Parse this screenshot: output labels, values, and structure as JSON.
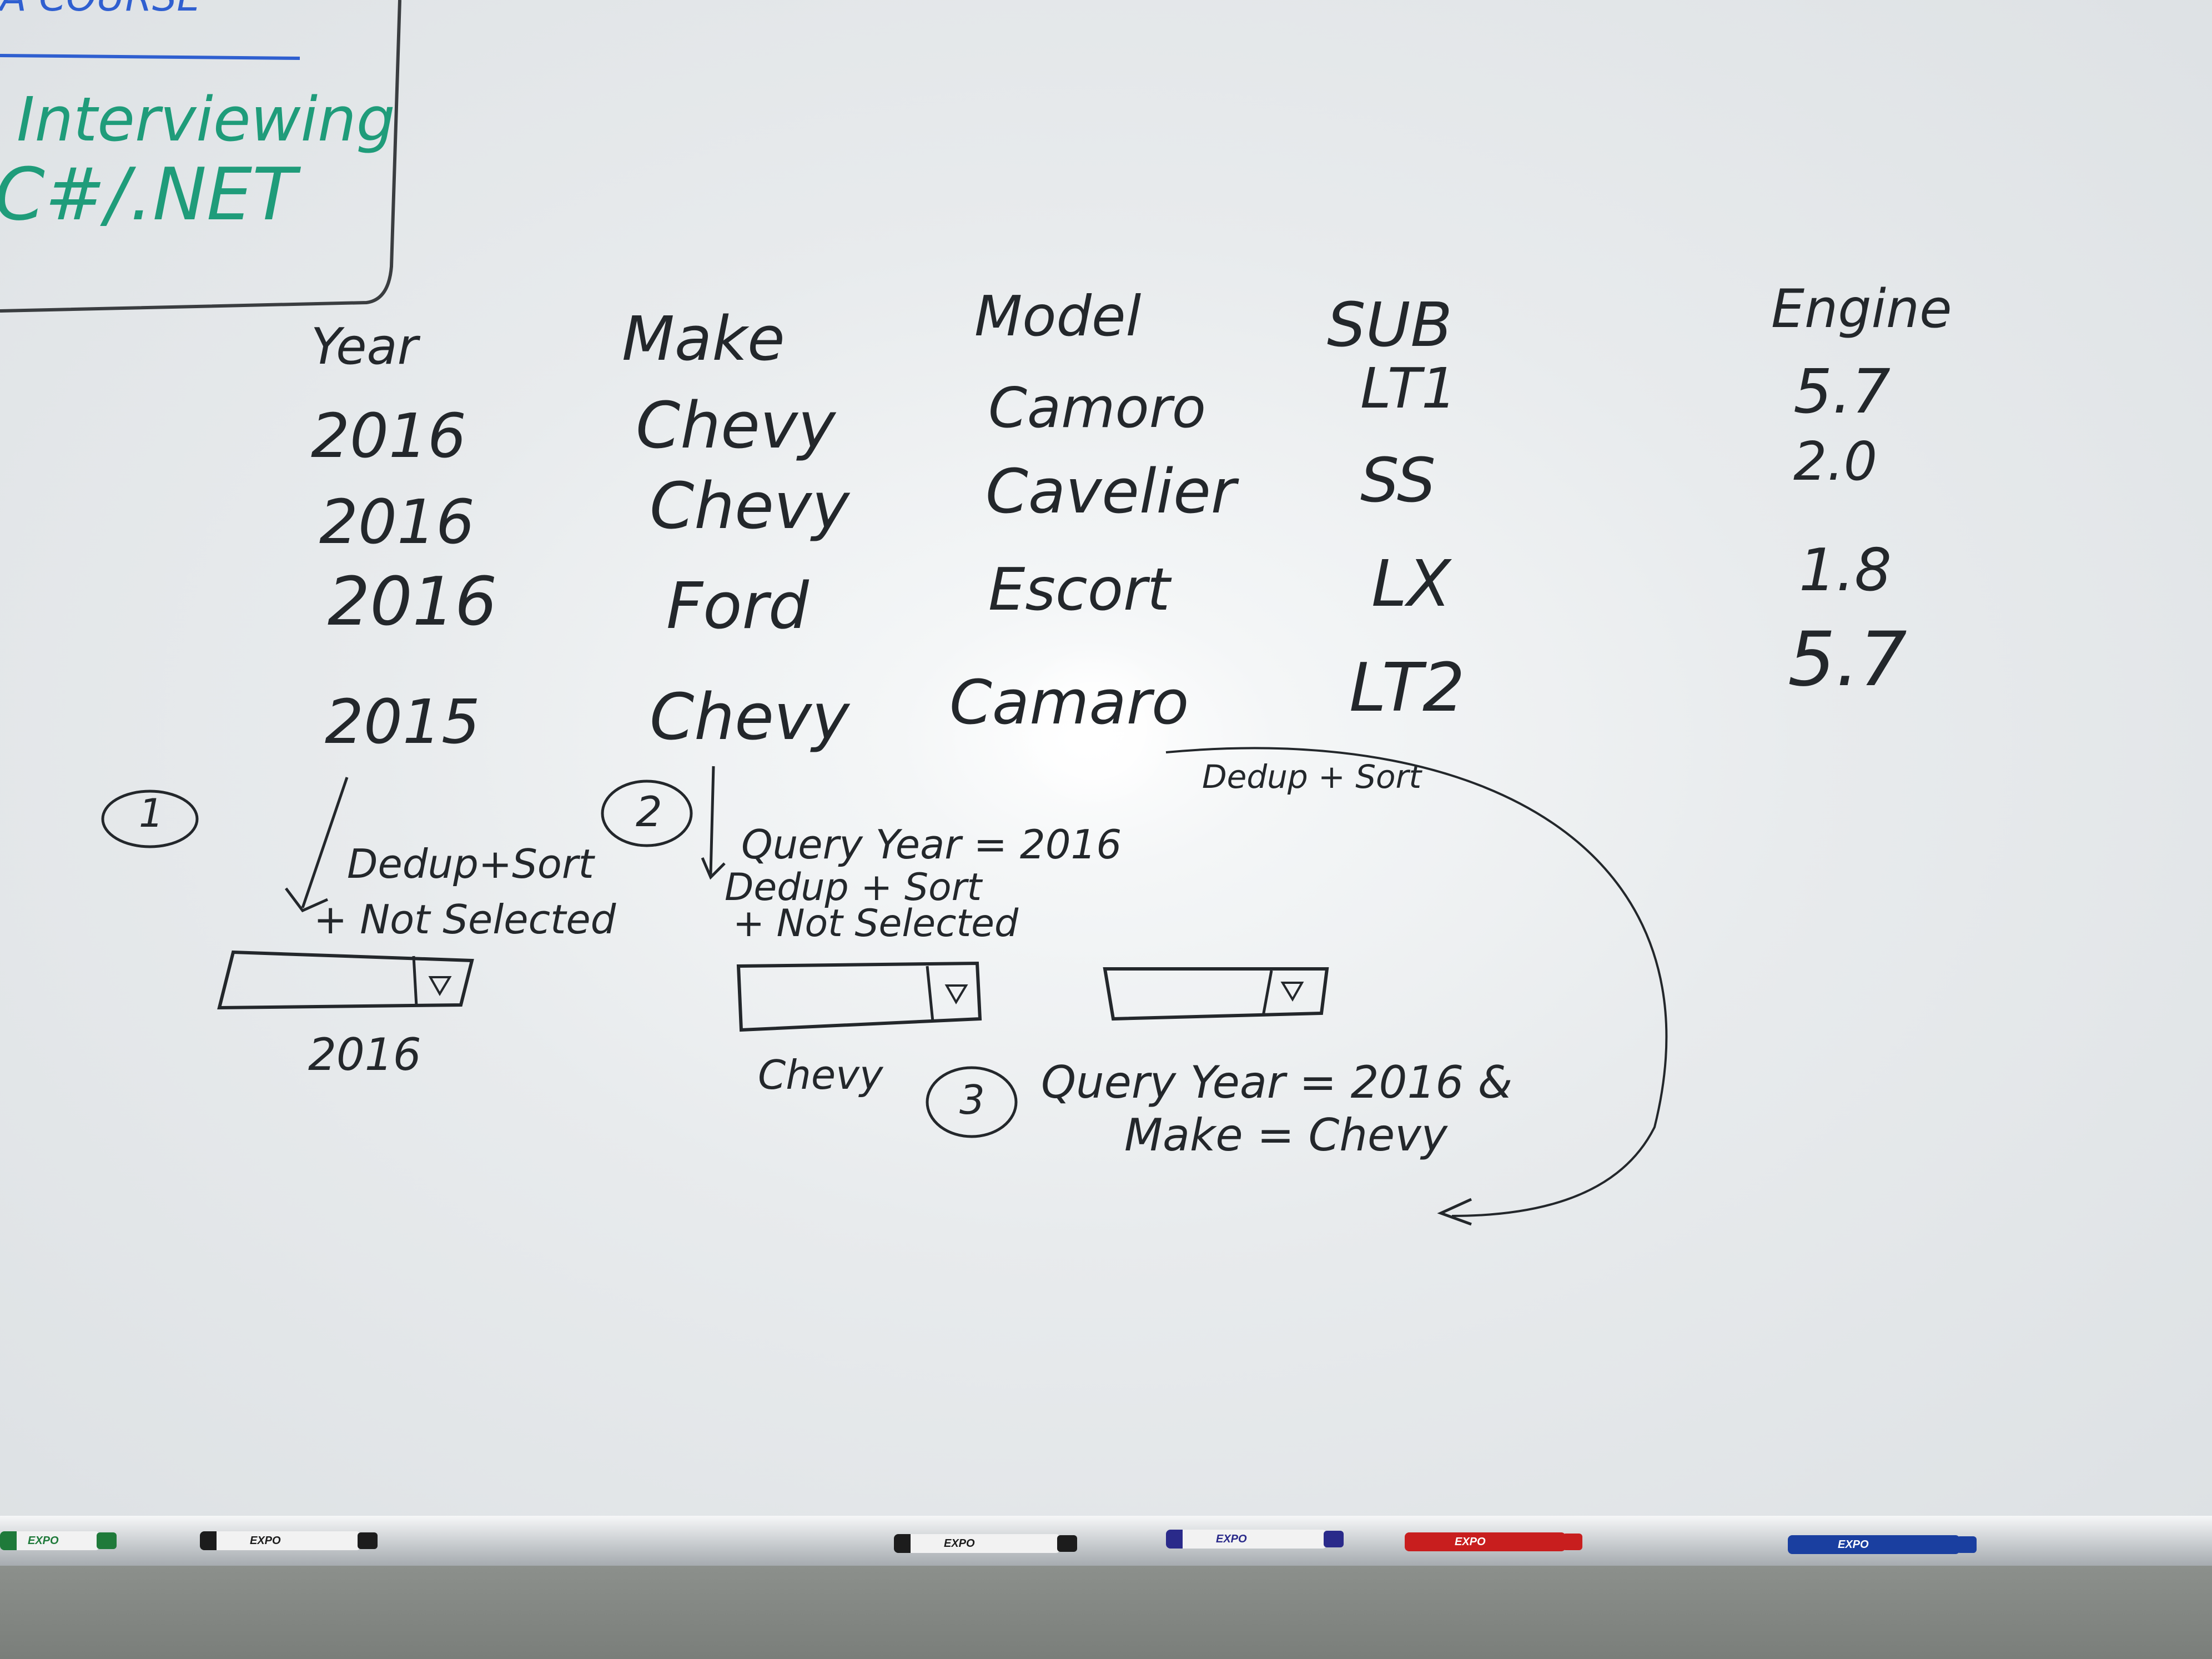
{
  "corner_note": {
    "top_line": "A COURSE",
    "line1": "Interviewing",
    "line2": "C#/.NET"
  },
  "table": {
    "headers": [
      "Year",
      "Make",
      "Model",
      "SUB",
      "Engine"
    ],
    "rows": [
      [
        "2016",
        "Chevy",
        "Camoro",
        "LT1",
        "5.7"
      ],
      [
        "2016",
        "Chevy",
        "Cavelier",
        "SS",
        "2.0"
      ],
      [
        "2016",
        "Ford",
        "Escort",
        "LX",
        "1.8"
      ],
      [
        "2015",
        "Chevy",
        "Camaro",
        "LT2",
        "5.7"
      ]
    ]
  },
  "steps": {
    "step1": {
      "number": "1",
      "note_line1": "Dedup+Sort",
      "note_line2": "+ Not Selected",
      "dropdown_value": "2016"
    },
    "step2": {
      "number": "2",
      "note_line1": "Query Year = 2016",
      "note_line2": "Dedup + Sort",
      "note_line3": "+ Not Selected",
      "dropdown_value": "Chevy"
    },
    "step3": {
      "number": "3",
      "note_line1": "Query Year = 2016 &",
      "note_line2": "Make = Chevy",
      "curve_note": "Dedup + Sort"
    }
  },
  "markers": [
    {
      "brand": "EXPO",
      "color": "#1f7a3a"
    },
    {
      "brand": "EXPO",
      "color": "#1c1c1c"
    },
    {
      "brand": "EXPO",
      "color": "#1c1c1c"
    },
    {
      "brand": "EXPO",
      "color": "#2a2a8a"
    },
    {
      "brand": "EXPO",
      "color": "#c81e1e"
    },
    {
      "brand": "EXPO",
      "color": "#1a3fa0"
    }
  ],
  "colors": {
    "ink_black": "#23272b",
    "ink_green": "#1f9c7a",
    "board": "#e8ebed"
  }
}
